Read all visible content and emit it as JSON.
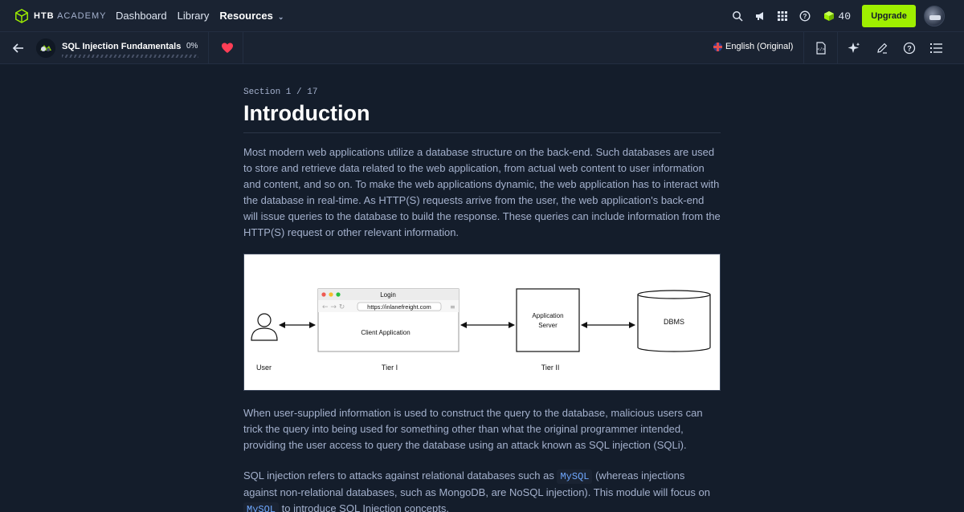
{
  "brand": {
    "name_bold": "HTB",
    "name_rest": "ACADEMY"
  },
  "nav": {
    "links": [
      "Dashboard",
      "Library",
      "Resources"
    ],
    "cubes": "40",
    "upgrade_label": "Upgrade",
    "icons": [
      "search-icon",
      "megaphone-icon",
      "apps-grid-icon",
      "help-icon"
    ]
  },
  "module": {
    "title": "SQL Injection Fundamentals",
    "progress_text": "0%",
    "progress_value": 0,
    "language": "English (Original)",
    "accent": "#9fef00",
    "favorite_color": "#ff3e56"
  },
  "content": {
    "section": "Section 1 / 17",
    "title": "Introduction",
    "p1": "Most modern web applications utilize a database structure on the back-end. Such databases are used to store and retrieve data related to the web application, from actual web content to user information and content, and so on. To make the web applications dynamic, the web application has to interact with the database in real-time. As HTTP(S) requests arrive from the user, the web application's back-end will issue queries to the database to build the response. These queries can include information from the HTTP(S) request or other relevant information.",
    "p2": "When user-supplied information is used to construct the query to the database, malicious users can trick the query into being used for something other than what the original programmer intended, providing the user access to query the database using an attack known as SQL injection (SQLi).",
    "p3_a": "SQL injection refers to attacks against relational databases such as ",
    "p3_code1": "MySQL",
    "p3_b": " (whereas injections against non-relational databases, such as MongoDB, are NoSQL injection). This module will focus on ",
    "p3_code2": "MySQL",
    "p3_c": " to introduce SQL Injection concepts."
  },
  "diagram": {
    "user_label": "User",
    "login_title": "Login",
    "url": "https://inlanefreight.com",
    "client_label": "Client Application",
    "tier1": "Tier I",
    "server_line1": "Application",
    "server_line2": "Server",
    "tier2": "Tier II",
    "dbms": "DBMS"
  }
}
